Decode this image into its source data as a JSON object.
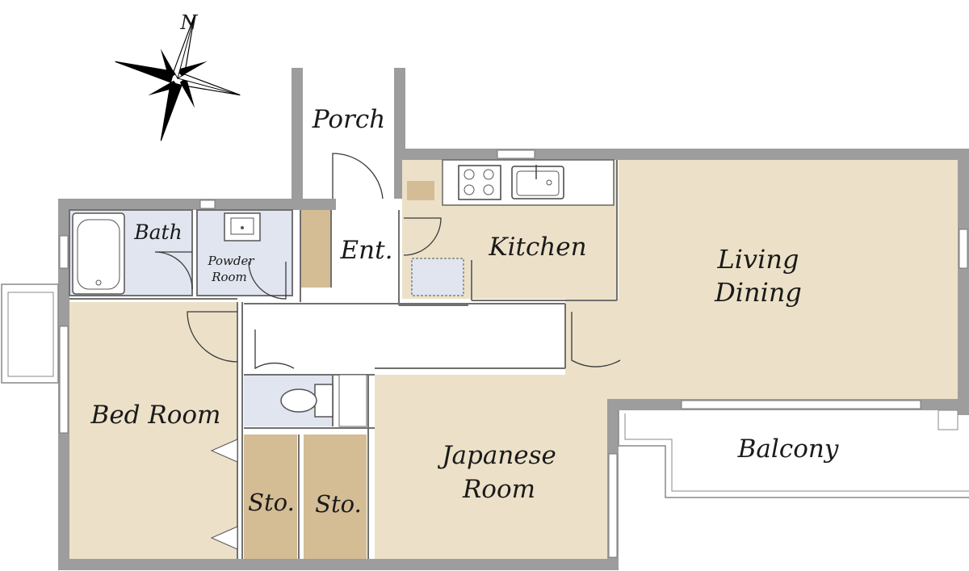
{
  "compass": {
    "north_label": "N"
  },
  "rooms": {
    "porch": "Porch",
    "bath": "Bath",
    "powder_room_line1": "Powder",
    "powder_room_line2": "Room",
    "entrance": "Ent.",
    "kitchen": "Kitchen",
    "living_line1": "Living",
    "living_line2": "Dining",
    "bed_room": "Bed Room",
    "japanese_line1": "Japanese",
    "japanese_line2": "Room",
    "storage_1": "Sto.",
    "storage_2": "Sto.",
    "balcony": "Balcony"
  }
}
